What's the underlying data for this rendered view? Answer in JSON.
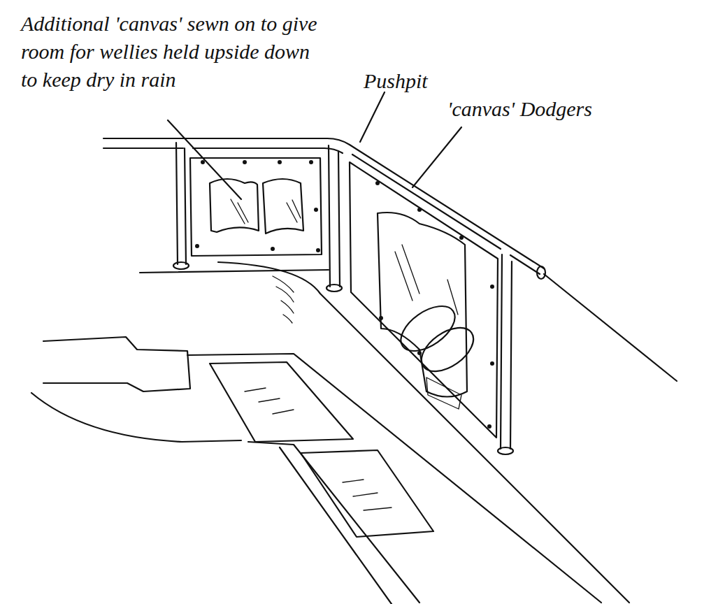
{
  "diagram": {
    "labels": [
      "Additional 'canvas' sewn on to give room for wellies held upside down to keep dry in rain",
      "Pushpit",
      "'canvas' Dodgers"
    ]
  }
}
